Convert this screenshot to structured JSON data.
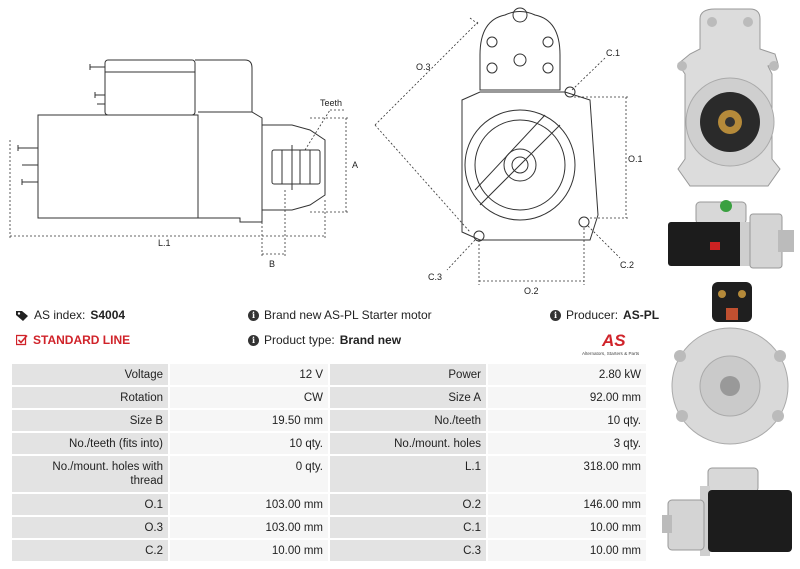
{
  "drawing": {
    "labels": {
      "teeth": "Teeth",
      "a": "A",
      "b": "B",
      "l1": "L.1",
      "o1": "O.1",
      "o2": "O.2",
      "o3": "O.3",
      "c1": "C.1",
      "c2": "C.2",
      "c3": "C.3"
    }
  },
  "info": {
    "as_index_label": "AS index:",
    "as_index_value": "S4004",
    "standard_line": "STANDARD LINE",
    "description": "Brand new AS-PL Starter motor",
    "product_type_label": "Product type:",
    "product_type_value": "Brand new",
    "producer_label": "Producer:",
    "producer_value": "AS-PL"
  },
  "logo": {
    "mark": "AS",
    "tagline": "Alternators, Starters & Parts"
  },
  "specs": [
    [
      "Voltage",
      "12 V",
      "Power",
      "2.80 kW"
    ],
    [
      "Rotation",
      "CW",
      "Size A",
      "92.00 mm"
    ],
    [
      "Size B",
      "19.50 mm",
      "No./teeth",
      "10 qty."
    ],
    [
      "No./teeth (fits into)",
      "10 qty.",
      "No./mount. holes",
      "3 qty."
    ],
    [
      "No./mount. holes with thread",
      "0 qty.",
      "L.1",
      "318.00 mm"
    ],
    [
      "O.1",
      "103.00 mm",
      "O.2",
      "146.00 mm"
    ],
    [
      "O.3",
      "103.00 mm",
      "C.1",
      "10.00 mm"
    ],
    [
      "C.2",
      "10.00 mm",
      "C.3",
      "10.00 mm"
    ]
  ],
  "colors": {
    "accent_red": "#d0232a",
    "label_cell": "#e3e3e3",
    "value_cell": "#f6f6f6"
  }
}
